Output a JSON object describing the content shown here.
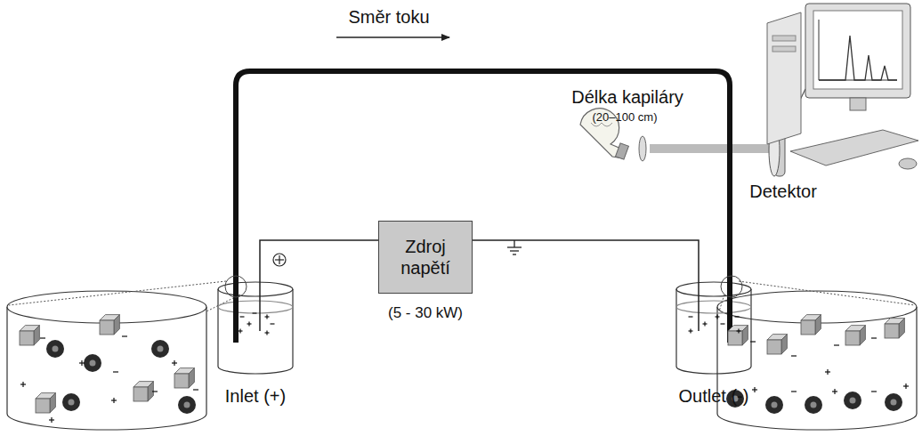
{
  "diagram": {
    "nodes": [
      {
        "text": [
          "Zdroj napětí"
        ]
      }
    ],
    "labels": [
      "Směr toku",
      "Délka kapiláry",
      "(20–100 cm)",
      "Detektor",
      "(5 - 30 kW)",
      "Inlet (+)",
      "Outlet (-)"
    ]
  }
}
